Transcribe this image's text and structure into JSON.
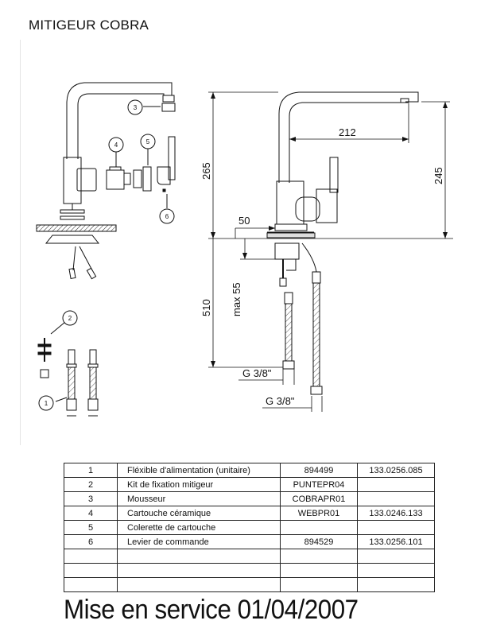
{
  "title": "MITIGEUR COBRA",
  "exploded_view": {
    "callouts": [
      "1",
      "2",
      "3",
      "4",
      "5",
      "6"
    ]
  },
  "dimensions": {
    "d212": "212",
    "d265": "265",
    "d245": "245",
    "d50": "50",
    "d510": "510",
    "max55": "max 55",
    "g38_a": "G 3/8\"",
    "g38_b": "G 3/8\""
  },
  "parts_table": {
    "rows": [
      {
        "n": "1",
        "name": "Fléxible d'alimentation (unitaire)",
        "ref": "894499",
        "code": "133.0256.085"
      },
      {
        "n": "2",
        "name": "Kit de fixation mitigeur",
        "ref": "PUNTEPR04",
        "code": ""
      },
      {
        "n": "3",
        "name": "Mousseur",
        "ref": "COBRAPR01",
        "code": ""
      },
      {
        "n": "4",
        "name": "Cartouche céramique",
        "ref": "WEBPR01",
        "code": "133.0246.133"
      },
      {
        "n": "5",
        "name": "Colerette de cartouche",
        "ref": "",
        "code": ""
      },
      {
        "n": "6",
        "name": "Levier de commande",
        "ref": "894529",
        "code": "133.0256.101"
      },
      {
        "n": "",
        "name": "",
        "ref": "",
        "code": ""
      },
      {
        "n": "",
        "name": "",
        "ref": "",
        "code": ""
      },
      {
        "n": "",
        "name": "",
        "ref": "",
        "code": ""
      }
    ]
  },
  "footer": "Mise en service 01/04/2007"
}
